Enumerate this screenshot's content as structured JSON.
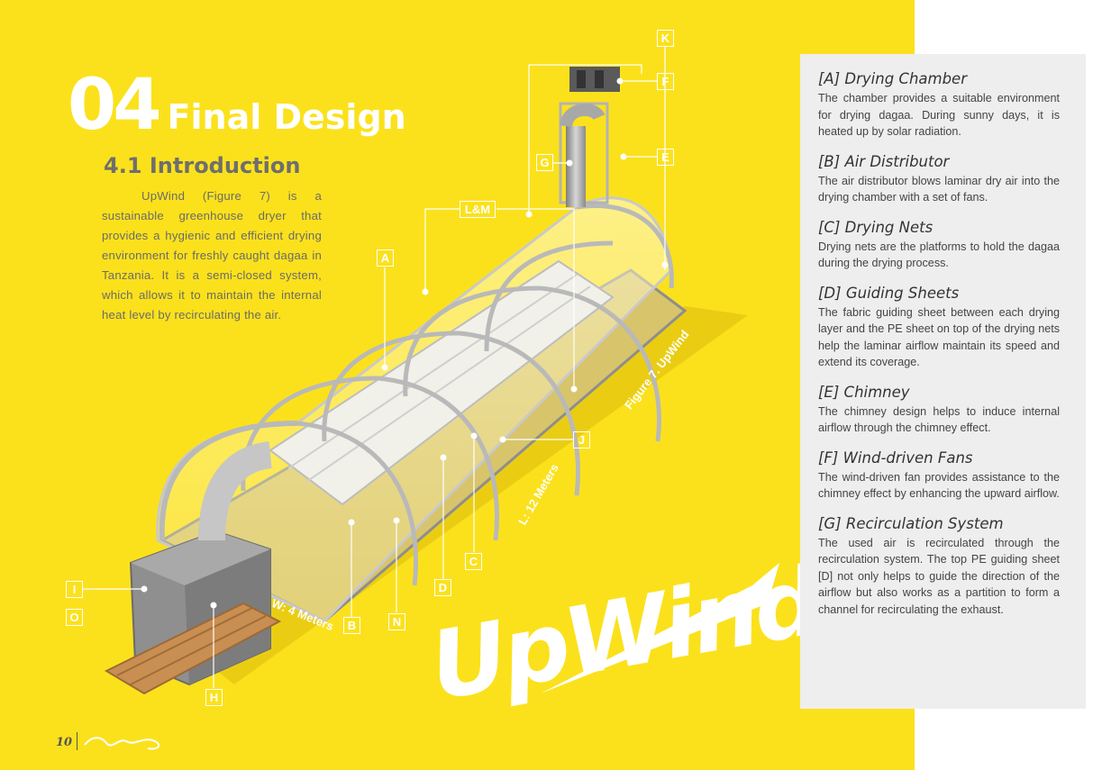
{
  "heading": {
    "number": "04",
    "title": "Final Design"
  },
  "section": {
    "title": "4.1 Introduction",
    "body": "UpWind (Figure 7) is a sustainable greenhouse dryer that provides a hygienic and efficient drying environment for freshly caught dagaa in Tanzania. It is a semi-closed system, which allows it to maintain the internal heat level by recirculating the air."
  },
  "figure": {
    "caption": "Figure 7. UpWind",
    "length_label": "L: 12 Meters",
    "width_label": "W: 4 Meters",
    "labels": [
      "K",
      "F",
      "E",
      "G",
      "L&M",
      "A",
      "J",
      "C",
      "D",
      "N",
      "B",
      "I",
      "O",
      "H"
    ]
  },
  "logo": "UpWind",
  "page_number": "10",
  "components": [
    {
      "title": "[A] Drying Chamber",
      "text": "The chamber provides a suitable environment for drying dagaa. During sunny days, it is heated up by solar radiation."
    },
    {
      "title": "[B] Air Distributor",
      "text": "The air distributor blows laminar dry air into the drying chamber with a set of fans."
    },
    {
      "title": "[C] Drying Nets",
      "text": "Drying nets are the platforms to hold the dagaa during the drying process."
    },
    {
      "title": "[D] Guiding Sheets",
      "text": "The fabric guiding sheet between each drying layer and the PE sheet on top of the drying nets help the laminar airflow maintain its speed and extend its coverage."
    },
    {
      "title": "[E] Chimney",
      "text": "The chimney design helps to induce internal airflow through the chimney effect."
    },
    {
      "title": "[F] Wind-driven Fans",
      "text": "The wind-driven fan provides assistance to the chimney effect by enhancing the upward airflow."
    },
    {
      "title": "[G] Recirculation System",
      "text": "The used air is recirculated through the recirculation system. The top PE guiding sheet [D] not only helps to guide the direction of the airflow but also works as a partition to form a channel for recirculating the exhaust."
    }
  ],
  "colors": {
    "background": "#fbe11c",
    "panel": "#eeeeee",
    "heading": "#ffffff",
    "subhead": "#6e6e6e"
  }
}
